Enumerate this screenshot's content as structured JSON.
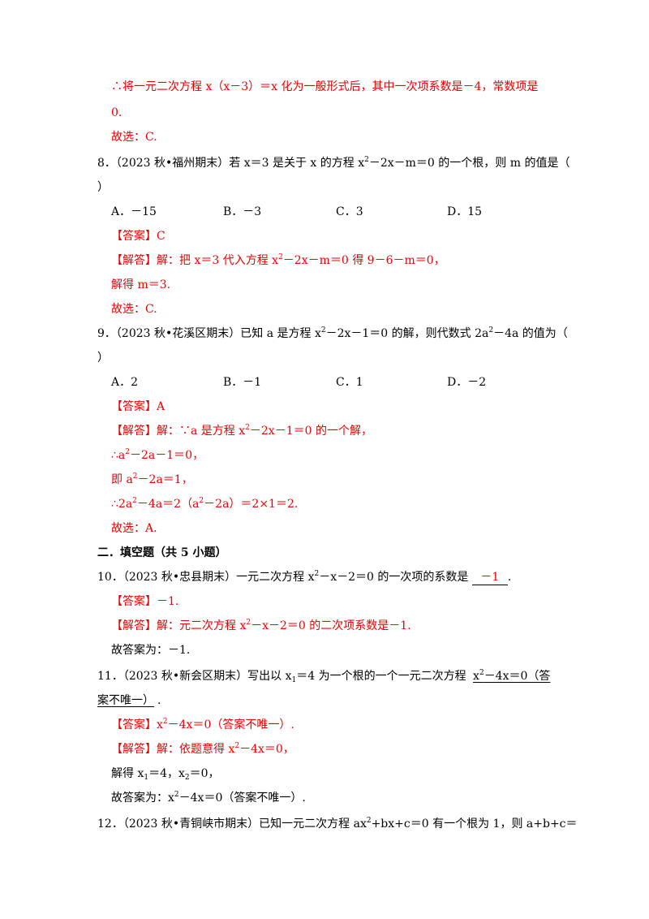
{
  "page": {
    "blocks": [
      {
        "id": "q7_l1",
        "text": "∴将一元二次方程 x（x－3）＝x 化为一般形式后，其中一次项系数是－4，常数项是"
      },
      {
        "id": "q7_l2",
        "text": "0."
      },
      {
        "id": "q7_choose",
        "text": "故选：C."
      },
      {
        "id": "q8_stem_l1_a",
        "text": "8．（2023 秋•福州期末）若 x＝3 是关于 x 的方程 x"
      },
      {
        "id": "q8_stem_l1_b",
        "text": "－2x－m＝0 的一个根，则 m 的值是（"
      },
      {
        "id": "q8_stem_l2",
        "text": "）"
      },
      {
        "id": "q8_ans",
        "text": "【答案】C"
      },
      {
        "id": "q8_sol_l1_a",
        "text": "【解答】解：把 x＝3 代入方程 x"
      },
      {
        "id": "q8_sol_l1_b",
        "text": "－2x－m＝0 得 9－6－m＝0，"
      },
      {
        "id": "q8_sol_l2",
        "text": "解得 m＝3."
      },
      {
        "id": "q8_choose",
        "text": "故选：C."
      },
      {
        "id": "q9_stem_l1_a",
        "text": "9．（2023 秋•花溪区期末）已知 a 是方程 x"
      },
      {
        "id": "q9_stem_l1_b",
        "text": "－2x－1＝0 的解，则代数式 2a"
      },
      {
        "id": "q9_stem_l1_c",
        "text": "－4a 的值为（"
      },
      {
        "id": "q9_stem_l2",
        "text": "）"
      },
      {
        "id": "q9_ans",
        "text": "【答案】A"
      },
      {
        "id": "q9_sol_l1_a",
        "text": "【解答】解：∵a 是方程 x"
      },
      {
        "id": "q9_sol_l1_b",
        "text": "－2x－1＝0 的一个解，"
      },
      {
        "id": "q9_sol_l2_a",
        "text": "∴a"
      },
      {
        "id": "q9_sol_l2_b",
        "text": "－2a－1＝0，"
      },
      {
        "id": "q9_sol_l3_a",
        "text": "即 a"
      },
      {
        "id": "q9_sol_l3_b",
        "text": "－2a＝1，"
      },
      {
        "id": "q9_sol_l4_a",
        "text": "∴2a"
      },
      {
        "id": "q9_sol_l4_b",
        "text": "－4a＝2（a"
      },
      {
        "id": "q9_sol_l4_c",
        "text": "－2a）＝2×1＝2."
      },
      {
        "id": "q9_choose",
        "text": "故选：A."
      },
      {
        "id": "sec2",
        "text": "二．填空题（共 5 小题）"
      },
      {
        "id": "q10_stem_a",
        "text": "10．（2023 秋•忠县期末）一元二次方程 x"
      },
      {
        "id": "q10_stem_b",
        "text": "－x－2＝0 的一次项的系数是"
      },
      {
        "id": "q10_blank",
        "text": "－1"
      },
      {
        "id": "q10_end",
        "text": "."
      },
      {
        "id": "q10_ans",
        "text": "【答案】－1."
      },
      {
        "id": "q10_sol_a",
        "text": "【解答】解：元二次方程 x"
      },
      {
        "id": "q10_sol_b",
        "text": "－x－2＝0 的二次项系数是－1."
      },
      {
        "id": "q10_final",
        "text": "故答案为：－1."
      },
      {
        "id": "q11_stem_a",
        "text": "11．（2023 秋•新会区期末）写出以 x"
      },
      {
        "id": "q11_stem_b",
        "text": "＝4 为一个根的一个一元二次方程"
      },
      {
        "id": "q11_blank_a",
        "text": "x"
      },
      {
        "id": "q11_blank_b",
        "text": "－4x＝0（答"
      },
      {
        "id": "q11_blank_l2",
        "text": "案不唯一）"
      },
      {
        "id": "q11_end",
        "text": "."
      },
      {
        "id": "q11_ans_a",
        "text": "【答案】x"
      },
      {
        "id": "q11_ans_b",
        "text": "－4x＝0（答案不唯一）."
      },
      {
        "id": "q11_sol_a",
        "text": "【解答】解：依题意得 x"
      },
      {
        "id": "q11_sol_b",
        "text": "－4x＝0，"
      },
      {
        "id": "q11_sol2_a",
        "text": "解得 x"
      },
      {
        "id": "q11_sol2_b",
        "text": "＝4，x"
      },
      {
        "id": "q11_sol2_c",
        "text": "＝0，"
      },
      {
        "id": "q11_final_a",
        "text": "故答案为：x"
      },
      {
        "id": "q11_final_b",
        "text": "－4x＝0（答案不唯一）."
      },
      {
        "id": "q12_stem",
        "text": "12．（2023 秋•青铜峡市期末）已知一元二次方程 ax"
      },
      {
        "id": "q12_stem_b",
        "text": "+bx+c＝0 有一个根为 1，则 a+b+c＝"
      }
    ],
    "options": {
      "q8": [
        "A．－15",
        "B．－3",
        "C．3",
        "D．15"
      ],
      "q9": [
        "A．2",
        "B．－1",
        "C．1",
        "D．－2"
      ]
    },
    "sup2": "2",
    "sub1": "1",
    "sub2": "2",
    "colors": {
      "answer_red": "#e60000",
      "text_black": "#000000"
    }
  }
}
